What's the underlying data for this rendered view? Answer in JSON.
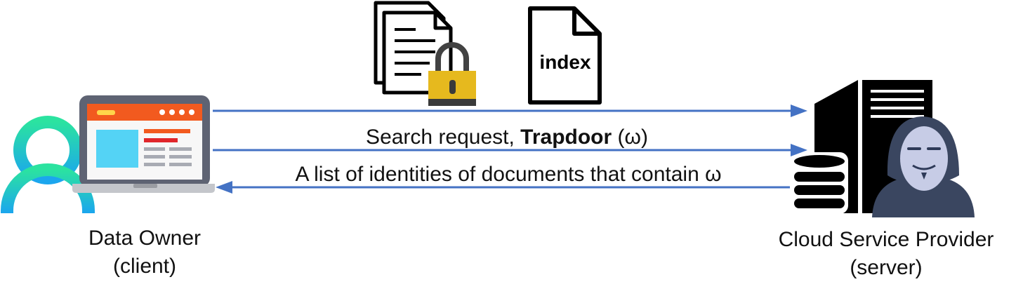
{
  "documents": {
    "index_label": "index"
  },
  "messages": {
    "search_prefix": "Search request, ",
    "search_bold": "Trapdoor",
    "search_suffix": " (ω)",
    "response": "A list of identities of documents that contain ω"
  },
  "actors": {
    "owner_line1": "Data Owner",
    "owner_line2": "(client)",
    "provider_line1": "Cloud Service Provider",
    "provider_line2": "(server)"
  },
  "colors": {
    "arrow": "#4472C4",
    "lock_body": "#E6B91E",
    "person": "#2EC4E0",
    "laptop_header": "#F25A1F",
    "server": "#000000",
    "hacker": "#3A4660"
  },
  "icons": [
    "user-icon",
    "laptop-icon",
    "encrypted-documents-icon",
    "padlock-icon",
    "index-document-icon",
    "server-icon",
    "database-icon",
    "hacker-icon"
  ]
}
